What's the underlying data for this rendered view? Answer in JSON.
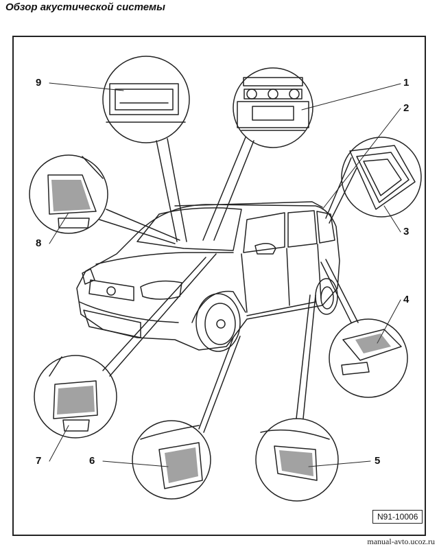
{
  "title": "Обзор акустической системы",
  "callouts": {
    "c1": "1",
    "c2": "2",
    "c3": "3",
    "c4": "4",
    "c5": "5",
    "c6": "6",
    "c7": "7",
    "c8": "8",
    "c9": "9"
  },
  "figure_ref": "N91-10006",
  "watermark": "manual-avto.ucoz.ru"
}
